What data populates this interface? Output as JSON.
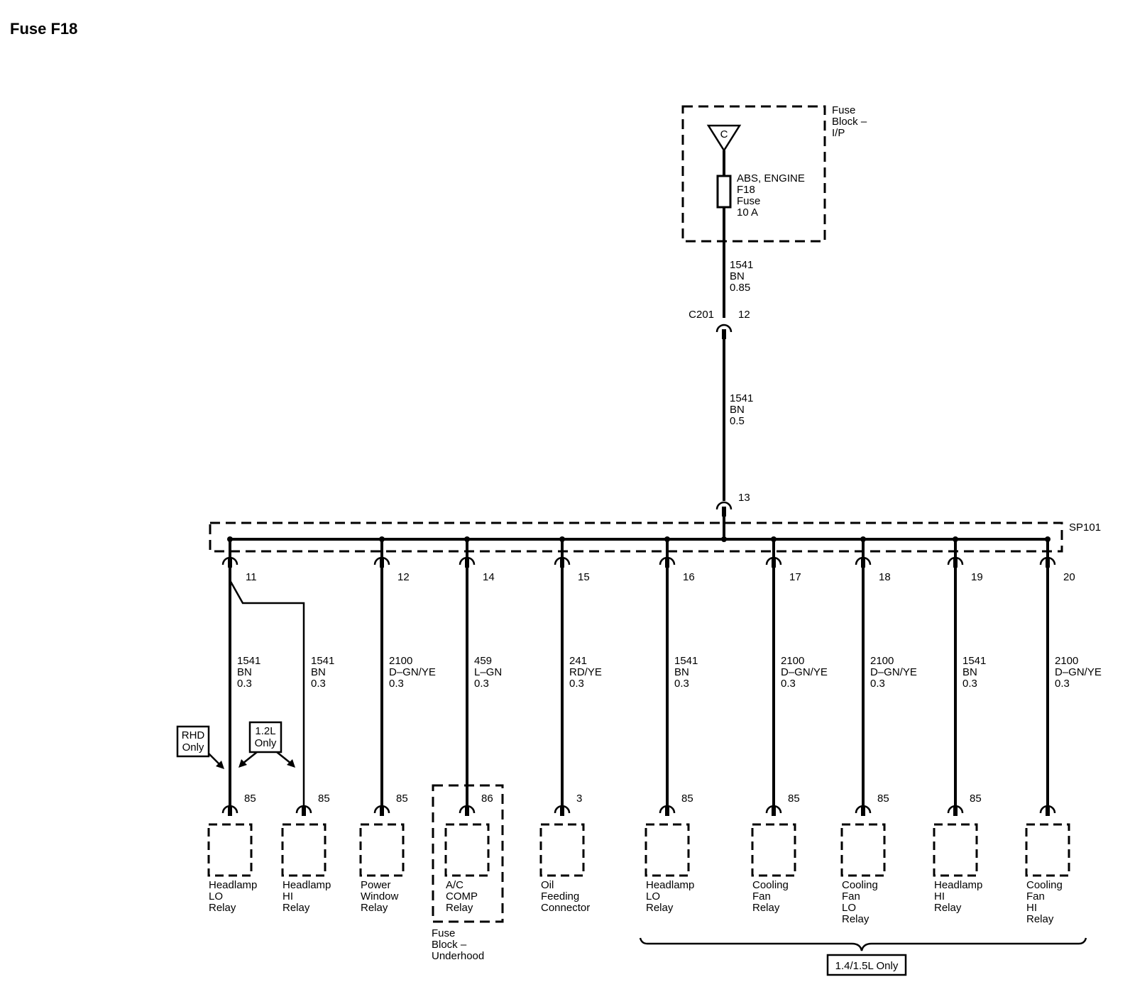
{
  "title": "Fuse F18",
  "fuse_block": {
    "label_lines": [
      "Fuse",
      "Block –",
      "I/P"
    ],
    "source_symbol": "C",
    "fuse_label_lines": [
      "ABS, ENGINE",
      "F18",
      "Fuse",
      "10 A"
    ]
  },
  "wire_top": [
    "1541",
    "BN",
    "0.85"
  ],
  "connector_c201": {
    "name": "C201",
    "pin": "12"
  },
  "wire_mid": [
    "1541",
    "BN",
    "0.5"
  ],
  "splice": {
    "name": "SP101",
    "input_pin": "13"
  },
  "branches": [
    {
      "pin": "11",
      "wire": [
        "1541",
        "BN",
        "0.3"
      ],
      "term": "85",
      "name": [
        "Headlamp",
        "LO",
        "Relay"
      ]
    },
    {
      "pin": "",
      "wire": [
        "1541",
        "BN",
        "0.3"
      ],
      "term": "85",
      "name": [
        "Headlamp",
        "HI",
        "Relay"
      ]
    },
    {
      "pin": "12",
      "wire": [
        "2100",
        "D–GN/YE",
        "0.3"
      ],
      "term": "85",
      "name": [
        "Power",
        "Window",
        "Relay"
      ]
    },
    {
      "pin": "14",
      "wire": [
        "459",
        "L–GN",
        "0.3"
      ],
      "term": "86",
      "name": [
        "A/C",
        "COMP",
        "Relay"
      ]
    },
    {
      "pin": "15",
      "wire": [
        "241",
        "RD/YE",
        "0.3"
      ],
      "term": "3",
      "name": [
        "Oil",
        "Feeding",
        "Connector"
      ]
    },
    {
      "pin": "16",
      "wire": [
        "1541",
        "BN",
        "0.3"
      ],
      "term": "85",
      "name": [
        "Headlamp",
        "LO",
        "Relay"
      ]
    },
    {
      "pin": "17",
      "wire": [
        "2100",
        "D–GN/YE",
        "0.3"
      ],
      "term": "85",
      "name": [
        "Cooling",
        "Fan",
        "Relay"
      ]
    },
    {
      "pin": "18",
      "wire": [
        "2100",
        "D–GN/YE",
        "0.3"
      ],
      "term": "85",
      "name": [
        "Cooling",
        "Fan",
        "LO",
        "Relay"
      ]
    },
    {
      "pin": "19",
      "wire": [
        "1541",
        "BN",
        "0.3"
      ],
      "term": "85",
      "name": [
        "Headlamp",
        "HI",
        "Relay"
      ]
    },
    {
      "pin": "20",
      "wire": [
        "2100",
        "D–GN/YE",
        "0.3"
      ],
      "term": "",
      "name": [
        "Cooling",
        "Fan",
        "HI",
        "Relay"
      ]
    }
  ],
  "underhood_block_lines": [
    "Fuse",
    "Block –",
    "Underhood"
  ],
  "notes": {
    "rhd": [
      "RHD",
      "Only"
    ],
    "l12": [
      "1.2L",
      "Only"
    ],
    "engine_range": "1.4/1.5L Only"
  }
}
